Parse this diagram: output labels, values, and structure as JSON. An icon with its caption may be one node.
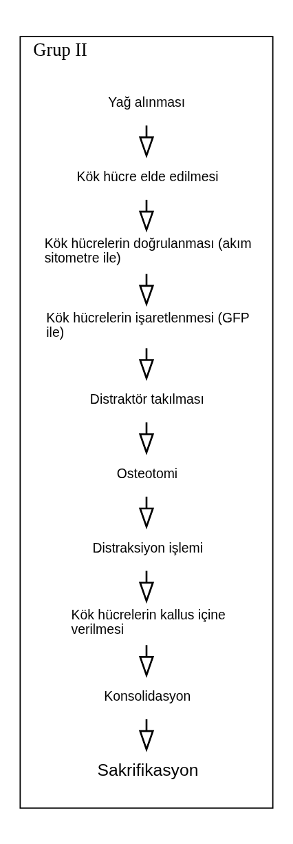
{
  "diagram": {
    "nodes": [
      {
        "text": [
          "Grup II"
        ]
      },
      {
        "text": [
          "Yağ alınması"
        ],
        "in": 0
      },
      {
        "text": [
          "Kök hücre elde edilmesi"
        ],
        "in": 0
      },
      {
        "text": [
          "Kök hücrelerin doğrulanması (akım sitometre ile)"
        ],
        "in": 0
      },
      {
        "text": [
          "Kök hücrelerin işaretlenmesi (GFP ile)"
        ],
        "in": 0
      },
      {
        "text": [
          "Distraktör takılması"
        ],
        "in": 0
      },
      {
        "text": [
          "Osteotomi"
        ],
        "in": 0
      },
      {
        "text": [
          "Distraksiyon işlemi"
        ],
        "in": 0
      },
      {
        "text": [
          "Kök hücrelerin kallus içine verilmesi"
        ],
        "in": 0
      },
      {
        "text": [
          "Konsolidasyon"
        ],
        "in": 0
      },
      {
        "text": [
          "Sakrifikasyon"
        ],
        "in": 0
      }
    ],
    "edges": [
      {
        "from": 1,
        "to": 2,
        "arrow": "to"
      },
      {
        "from": 2,
        "to": 3,
        "arrow": "to"
      },
      {
        "from": 3,
        "to": 4,
        "arrow": "to"
      },
      {
        "from": 4,
        "to": 5,
        "arrow": "to"
      },
      {
        "from": 5,
        "to": 6,
        "arrow": "to"
      },
      {
        "from": 6,
        "to": 7,
        "arrow": "to"
      },
      {
        "from": 7,
        "to": 8,
        "arrow": "to"
      },
      {
        "from": 8,
        "to": 9,
        "arrow": "to"
      },
      {
        "from": 9,
        "to": 10,
        "arrow": "to"
      }
    ]
  }
}
